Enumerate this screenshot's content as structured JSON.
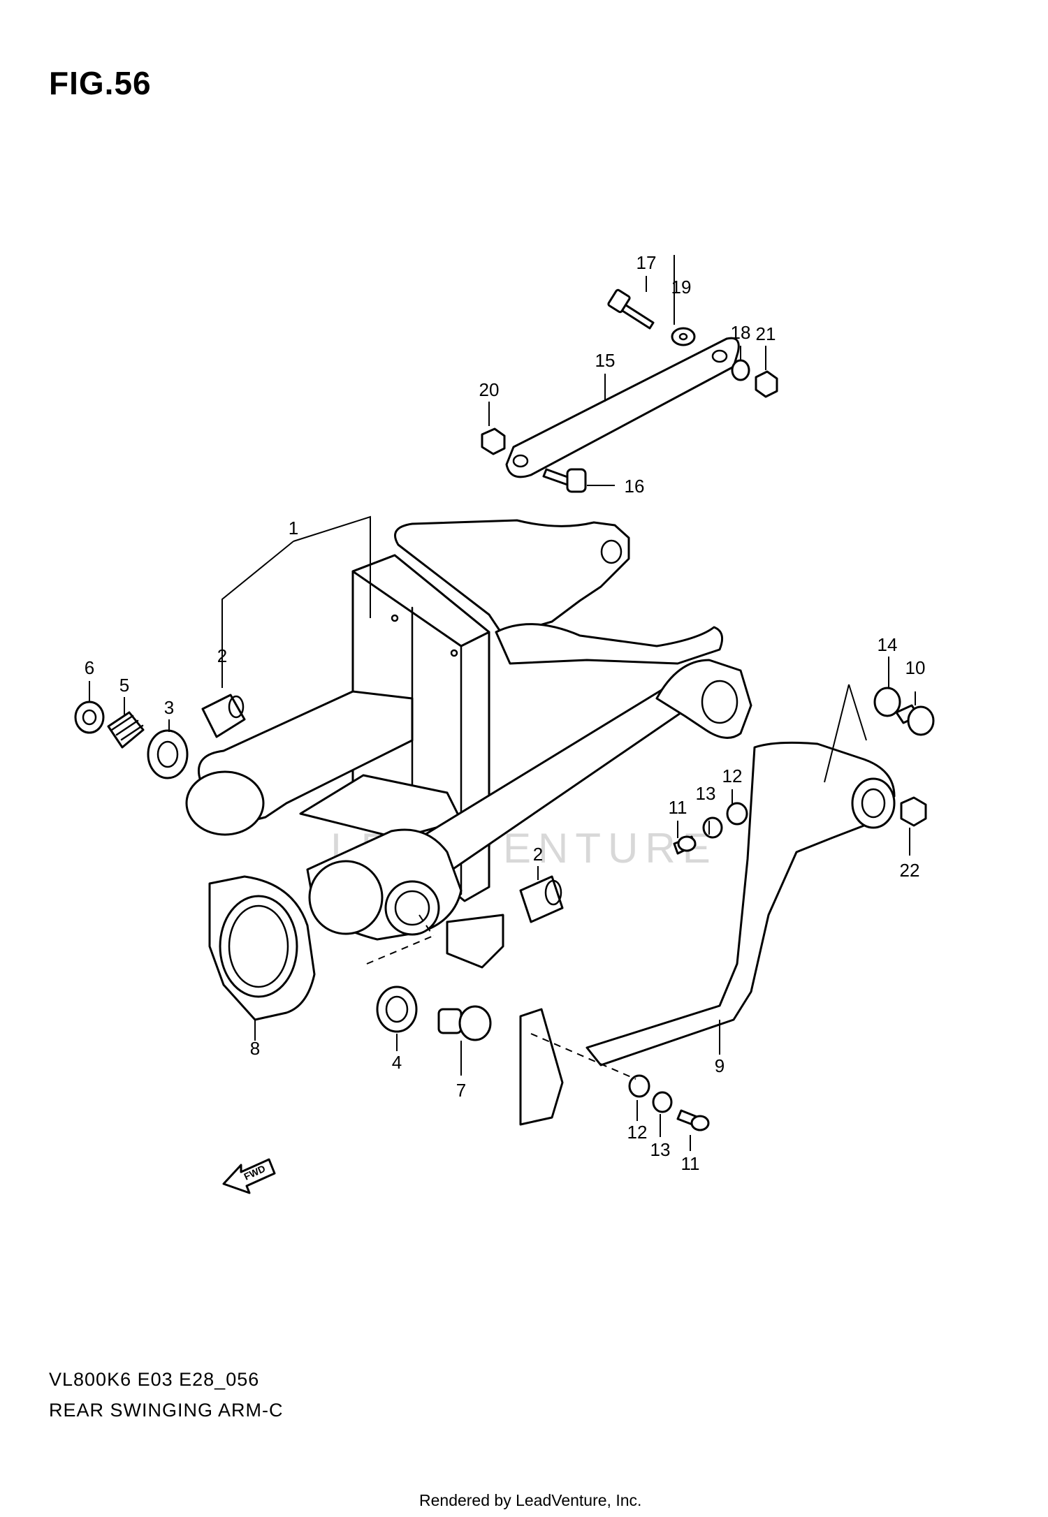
{
  "figure": {
    "title": "FIG.56",
    "model_code": "VL800K6 E03 E28_056",
    "name": "REAR SWINGING ARM-C",
    "rendered_by": "Rendered by LeadVenture, Inc.",
    "watermark": "LEADVENTURE",
    "direction_label": "FWD"
  },
  "callouts": {
    "c1": "1",
    "c2a": "2",
    "c2b": "2",
    "c3": "3",
    "c4": "4",
    "c5": "5",
    "c6": "6",
    "c7": "7",
    "c8": "8",
    "c9": "9",
    "c10": "10",
    "c11a": "11",
    "c11b": "11",
    "c12a": "12",
    "c12b": "12",
    "c13a": "13",
    "c13b": "13",
    "c14": "14",
    "c15": "15",
    "c16": "16",
    "c17": "17",
    "c18": "18",
    "c19": "19",
    "c20": "20",
    "c21": "21",
    "c22": "22"
  }
}
